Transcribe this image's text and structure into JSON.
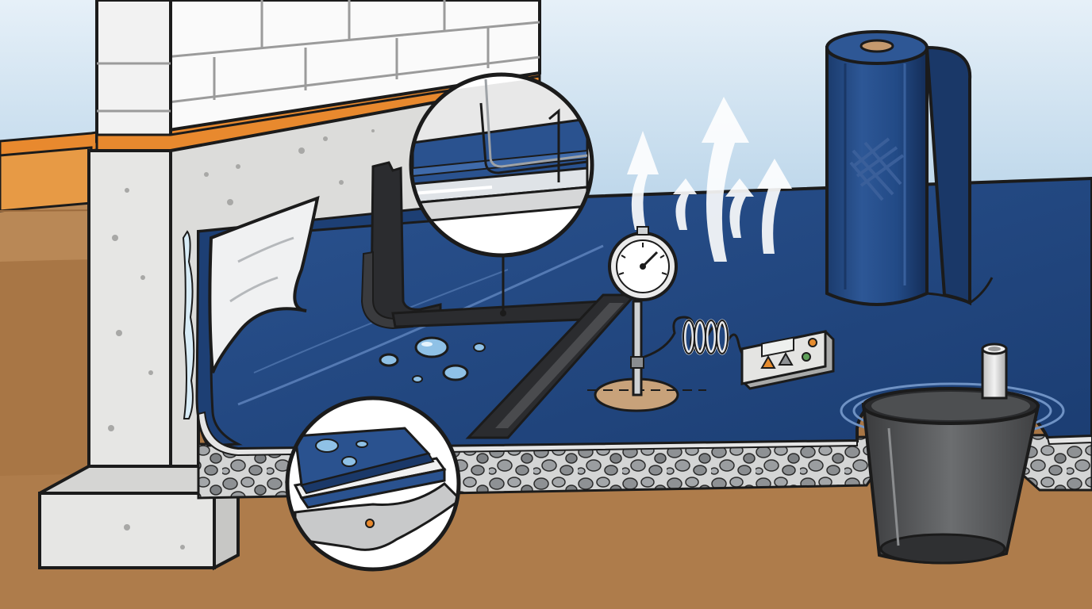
{
  "scene": {
    "palette": {
      "sky_top": "#e6f0f8",
      "sky_bottom": "#bcd6ea",
      "soil": "#b17e4e",
      "soil_dark": "#8f6035",
      "orange_sill": "#e8892e",
      "concrete": "#e3e3e1",
      "concrete_shade": "#c9c9c6",
      "block": "#fafafa",
      "membrane": "#21467f",
      "membrane_light": "#3d67a8",
      "membrane_dark": "#132c55",
      "seam_tape": "#303134",
      "gravel_bed": "#cfd0d0",
      "gravel_stone": "#8e9194",
      "vapor": "#ffffff",
      "outline": "#1b1b1b"
    },
    "elements": [
      "foundation-wall",
      "footing",
      "membrane-liner",
      "peeled-corner",
      "seam-tape",
      "gravel-bed",
      "water-droplets",
      "moisture-gauge",
      "control-box",
      "membrane-roll",
      "vapor-arrows",
      "sump-basin",
      "detail-callout-corner",
      "detail-callout-layers"
    ]
  }
}
